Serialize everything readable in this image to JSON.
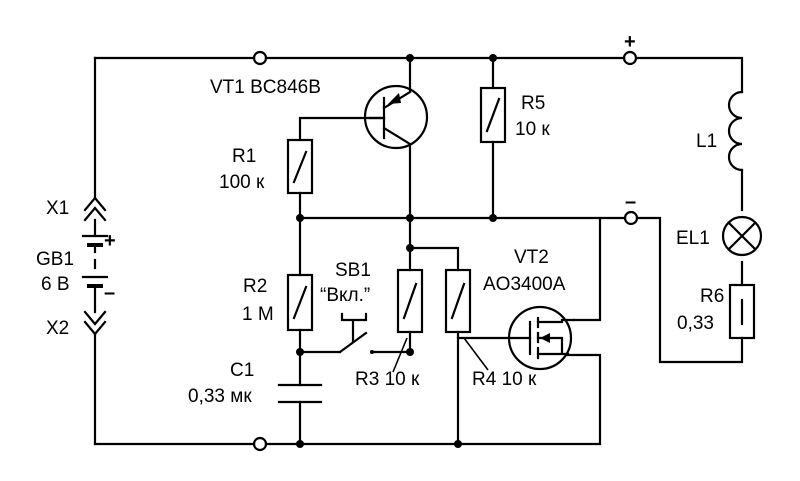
{
  "labels": {
    "vt1": "VT1 BC846B",
    "r1_name": "R1",
    "r1_value": "100 к",
    "r5_name": "R5",
    "r5_value": "10 к",
    "l1": "L1",
    "el1": "EL1",
    "x1": "X1",
    "gb1": "GB1",
    "gb1_voltage": "6 В",
    "x2": "X2",
    "r2_name": "R2",
    "r2_value": "1 М",
    "sb1_name": "SB1",
    "sb1_caption": "“Вкл.”",
    "vt2_name": "VT2",
    "vt2_part": "AO3400A",
    "r6_name": "R6",
    "r6_value": "0,33",
    "c1_name": "C1",
    "c1_value": "0,33 мк",
    "r3": "R3 10 к",
    "r4": "R4 10 к",
    "plus_top": "+",
    "minus_mid": "–",
    "battery_plus": "+",
    "battery_minus": "–"
  }
}
